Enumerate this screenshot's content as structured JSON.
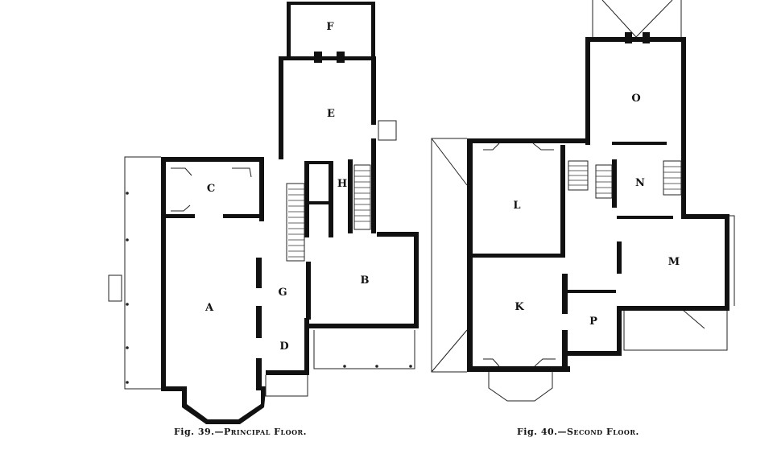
{
  "figures": [
    {
      "id": "fig39",
      "caption_number": "Fig. 39.—",
      "caption_title": "Principal Floor.",
      "rooms": [
        "A",
        "B",
        "C",
        "D",
        "E",
        "F",
        "G",
        "H"
      ]
    },
    {
      "id": "fig40",
      "caption_number": "Fig. 40.—",
      "caption_title": "Second Floor.",
      "rooms": [
        "K",
        "L",
        "M",
        "N",
        "O",
        "P"
      ]
    }
  ]
}
